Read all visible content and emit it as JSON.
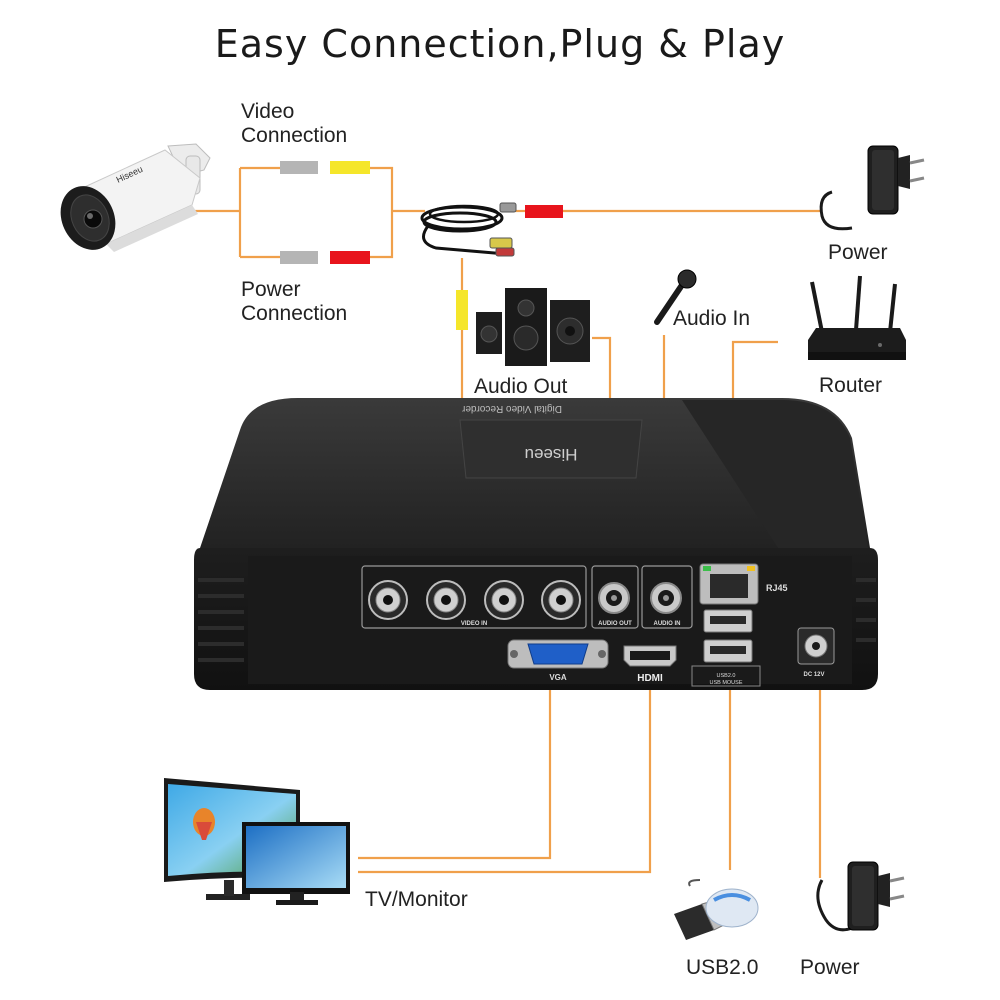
{
  "title": "Easy Connection,Plug & Play",
  "labels": {
    "video_connection": [
      "Video",
      "Connection"
    ],
    "power_connection": [
      "Power",
      "Connection"
    ],
    "power_top": "Power",
    "audio_out": "Audio Out",
    "audio_in": "Audio In",
    "router": "Router",
    "tv_monitor": "TV/Monitor",
    "usb": "USB2.0",
    "power_bottom": "Power"
  },
  "dvr": {
    "brand": "Hiseeu",
    "model_text": "Digital Video Recorder",
    "ports": {
      "video_in": "VIDEO IN",
      "audio_out": "AUDIO OUT",
      "audio_in": "AUDIO IN",
      "rj45": "RJ45",
      "vga": "VGA",
      "hdmi": "HDMI",
      "usb_line1": "USB2.0",
      "usb_line2": "USB MOUSE",
      "dc": "DC 12V"
    }
  },
  "colors": {
    "wire": "#f0a04b",
    "dvr_body": "#2b2b2b",
    "plug_red": "#e8141c",
    "plug_yellow": "#f5e62a",
    "plug_gray": "#b5b5b5"
  },
  "icons": [
    "camera-icon",
    "adapter-icon",
    "cable-icon",
    "speaker-icon",
    "microphone-icon",
    "router-icon",
    "monitor-icon",
    "mouse-icon",
    "usb-drive-icon"
  ]
}
